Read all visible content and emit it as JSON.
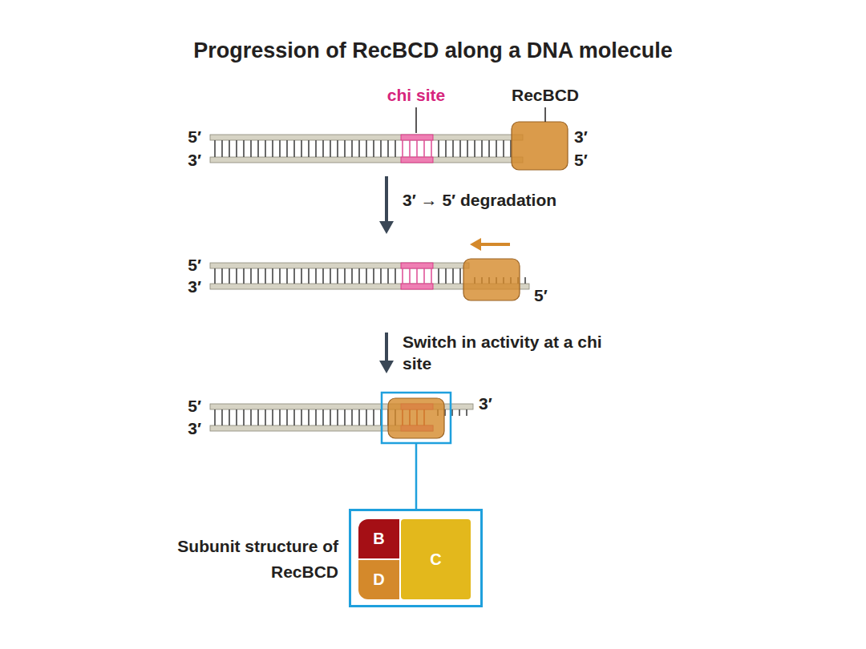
{
  "diagram": {
    "title": "Progression of RecBCD along a DNA molecule",
    "nodes": [
      {
        "text": [
          "Subunit structure of RecBCD"
        ]
      },
      {
        "text": [
          "B"
        ],
        "in": 0
      },
      {
        "text": [
          "D"
        ],
        "in": 0
      },
      {
        "text": [
          "C"
        ],
        "in": 0
      }
    ],
    "labels": [
      "chi site",
      "RecBCD",
      "5′",
      "3′",
      "3′",
      "5′",
      "3′ → 5′ degradation",
      "5′",
      "3′",
      "5′",
      "Switch in activity at a chi site",
      "5′",
      "3′",
      "3′"
    ]
  }
}
